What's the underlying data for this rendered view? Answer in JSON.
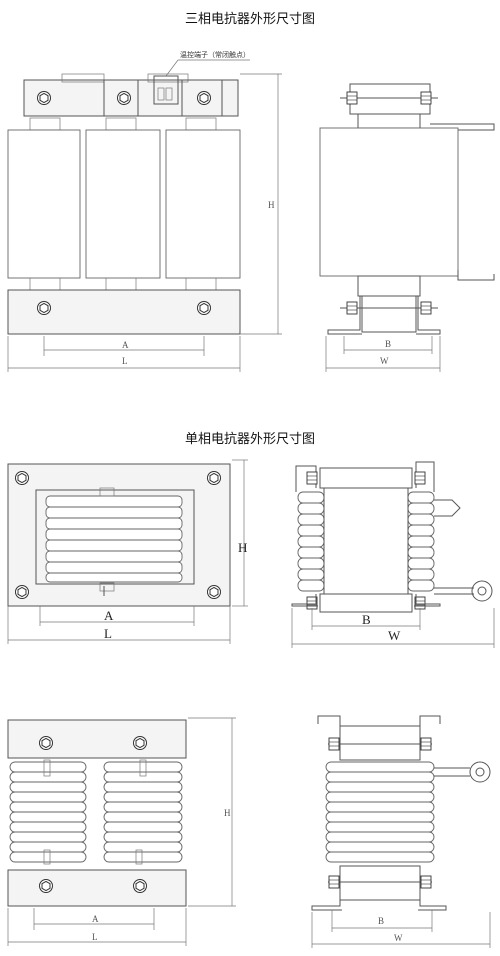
{
  "titles": {
    "three_phase": "三相电抗器外形尺寸图",
    "single_phase": "单相电抗器外形尺寸图"
  },
  "annotations": {
    "thermostat_note": "温控端子（常闭触点）"
  },
  "dimension_labels": {
    "A": "A",
    "L": "L",
    "B": "B",
    "W": "W",
    "H": "H"
  }
}
